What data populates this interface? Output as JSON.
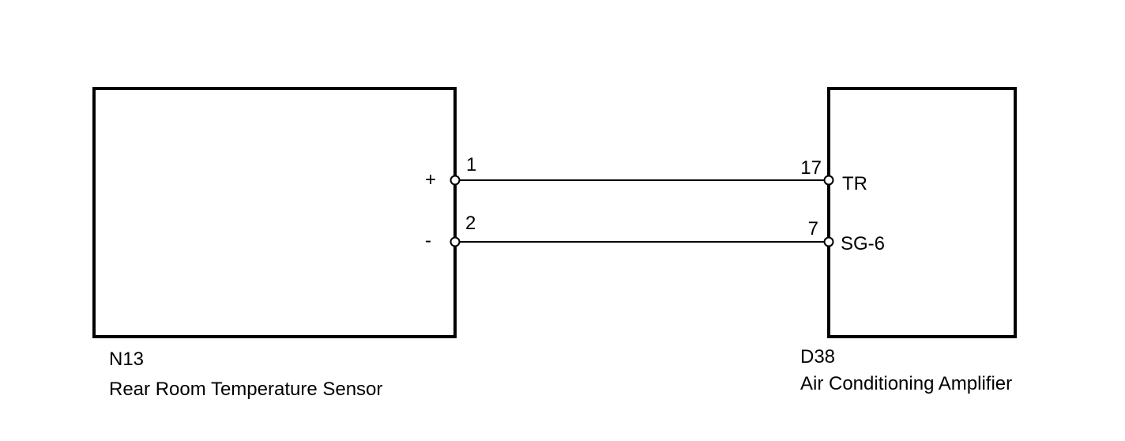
{
  "components": {
    "sensor": {
      "code": "N13",
      "name": "Rear Room Temperature Sensor",
      "pins": [
        {
          "number": "1",
          "polarity": "+"
        },
        {
          "number": "2",
          "polarity": "-"
        }
      ]
    },
    "amplifier": {
      "code": "D38",
      "name": "Air Conditioning Amplifier",
      "pins": [
        {
          "number": "17",
          "signal": "TR"
        },
        {
          "number": "7",
          "signal": "SG-6"
        }
      ]
    }
  },
  "connections": [
    {
      "from": "N13-1",
      "to": "D38-17"
    },
    {
      "from": "N13-2",
      "to": "D38-7"
    }
  ]
}
